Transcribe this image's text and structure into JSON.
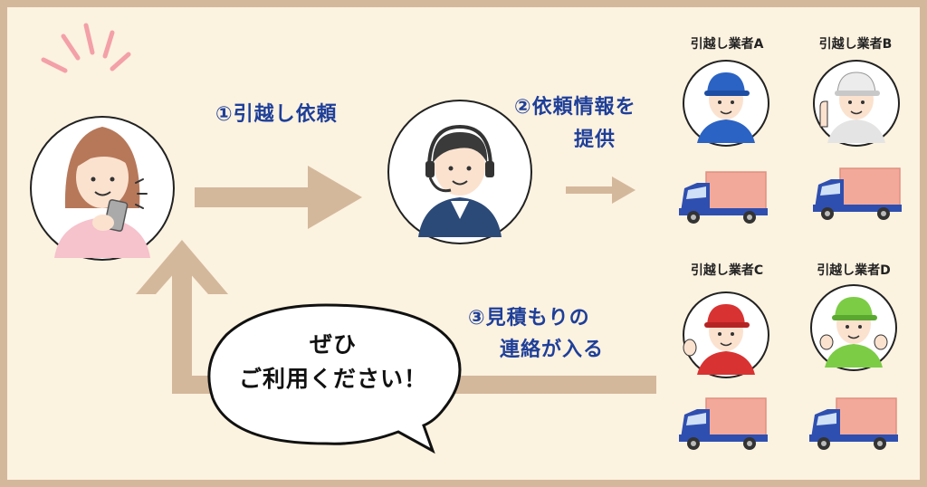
{
  "steps": {
    "step1": "①引越し依頼",
    "step2_line1": "②依頼情報を",
    "step2_line2": "提供",
    "step3_line1": "③見積もりの",
    "step3_line2": "連絡が入る"
  },
  "bubble": {
    "line1": "ぜひ",
    "line2": "ご利用ください！"
  },
  "vendors": {
    "a": "引越し業者A",
    "b": "引越し業者B",
    "c": "引越し業者C",
    "d": "引越し業者D"
  },
  "colors": {
    "arrow": "#d4b89c",
    "background": "#fcf2e0",
    "label_text": "#1e3f99",
    "cap_a": "#2b63c4",
    "cap_b": "#ececec",
    "cap_c": "#d93232",
    "cap_d": "#7ccc46",
    "truck_cab": "#2f4fb0",
    "truck_box": "#f3a99a"
  },
  "icons": [
    "user-woman-phone-icon",
    "operator-headset-icon",
    "mover-icon",
    "truck-icon",
    "speech-bubble-icon"
  ]
}
